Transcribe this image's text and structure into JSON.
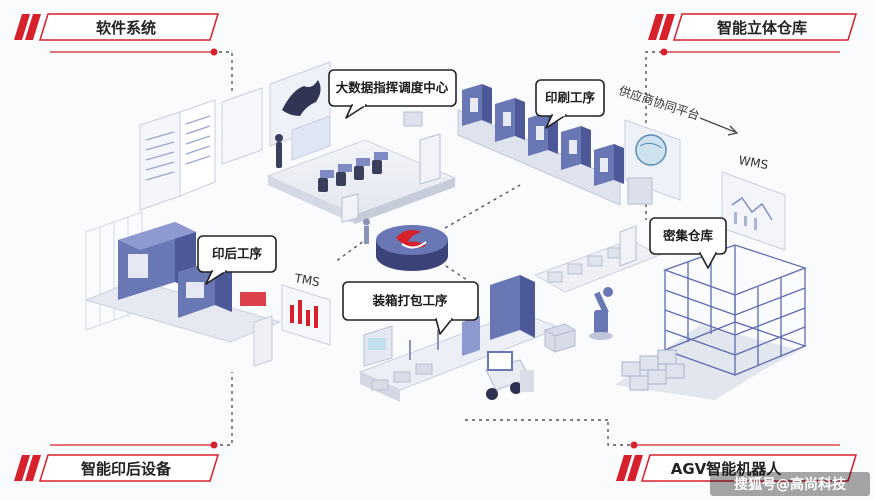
{
  "corners": {
    "software": "软件系统",
    "warehouse": "智能立体仓库",
    "postpress_equipment": "智能印后设备",
    "agv": "AGV智能机器人"
  },
  "bubbles": {
    "bigdata": "大数据指挥调度中心",
    "printing": "印刷工序",
    "postpress": "印后工序",
    "packing": "装箱打包工序",
    "dense_storage": "密集仓库"
  },
  "floating_labels": {
    "supplier_platform": "供应商协同平台",
    "wms": "WMS",
    "tms": "TMS"
  },
  "watermark": "搜狐号@高尚科技",
  "colors": {
    "accent_red": "#d6202b",
    "machine_blue": "#6a77b5",
    "machine_dark": "#4d5899",
    "platform_gray": "#e8ebf2"
  }
}
